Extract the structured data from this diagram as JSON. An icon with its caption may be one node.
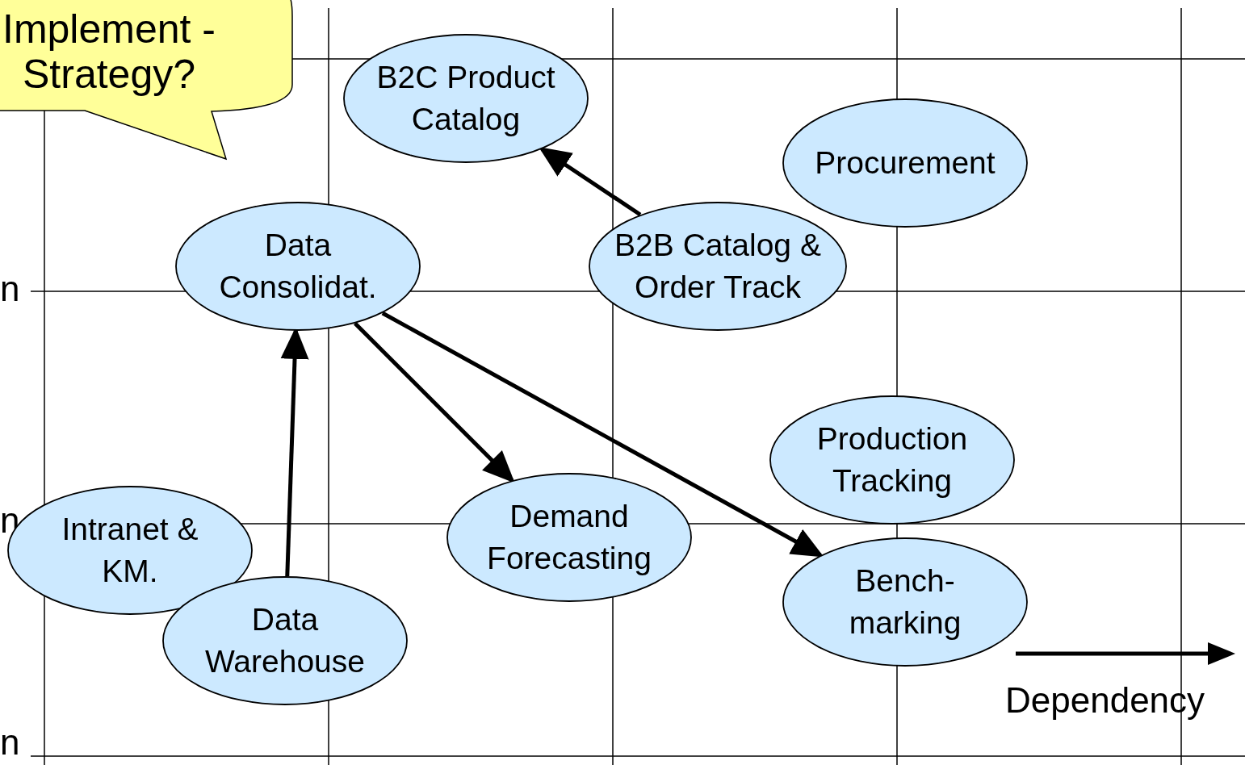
{
  "diagram": {
    "nodes": [
      {
        "text": [
          "B2C Product Catalog"
        ]
      },
      {
        "text": [
          "Procurement"
        ]
      },
      {
        "text": [
          "Data Consolidat."
        ]
      },
      {
        "text": [
          "B2B Catalog & Order Track"
        ]
      },
      {
        "text": [
          "Production Tracking"
        ]
      },
      {
        "text": [
          "Intranet & KM."
        ]
      },
      {
        "text": [
          "Demand Forecasting"
        ]
      },
      {
        "text": [
          "Data Warehouse"
        ]
      },
      {
        "text": [
          "Bench- marking"
        ]
      }
    ],
    "edges": [
      {
        "from": 3,
        "to": 0,
        "arrow": "to"
      },
      {
        "from": 7,
        "to": 2,
        "arrow": "to"
      },
      {
        "from": 2,
        "to": 6,
        "arrow": "to"
      },
      {
        "from": 2,
        "to": 8,
        "arrow": "to"
      }
    ],
    "labels": [
      "Implement -Strategy?",
      "n",
      "n",
      "n",
      "Dependency"
    ]
  }
}
